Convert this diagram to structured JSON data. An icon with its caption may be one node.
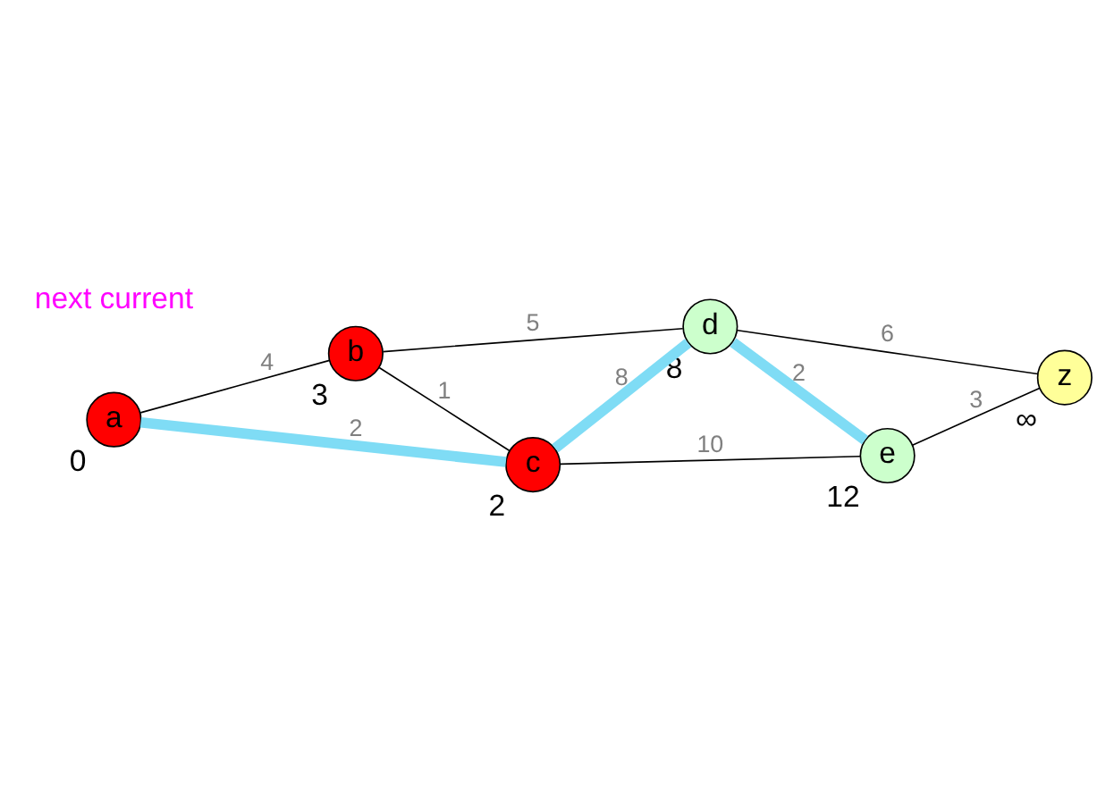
{
  "diagram": {
    "nodes": [
      {
        "text": [
          "a"
        ],
        "beside": [
          "0"
        ]
      },
      {
        "text": [
          "b"
        ],
        "beside": [
          "3"
        ]
      },
      {
        "text": [
          "c"
        ],
        "beside": [
          "2"
        ]
      },
      {
        "text": [
          "d"
        ],
        "beside": [
          "8"
        ]
      },
      {
        "text": [
          "e"
        ],
        "beside": [
          "12"
        ]
      },
      {
        "text": [
          "z"
        ],
        "beside": [
          "∞"
        ]
      }
    ],
    "edges": [
      {
        "from": 0,
        "to": 1,
        "arrow": "none",
        "label": "4"
      },
      {
        "from": 0,
        "to": 2,
        "arrow": "none",
        "label": "2",
        "style": "thick",
        "color": "#7fdcf5"
      },
      {
        "from": 1,
        "to": 2,
        "arrow": "none",
        "label": "1"
      },
      {
        "from": 1,
        "to": 3,
        "arrow": "none",
        "label": "5"
      },
      {
        "from": 2,
        "to": 3,
        "arrow": "none",
        "label": "8",
        "style": "thick",
        "color": "#7fdcf5"
      },
      {
        "from": 2,
        "to": 4,
        "arrow": "none",
        "label": "10"
      },
      {
        "from": 3,
        "to": 4,
        "arrow": "none",
        "label": "2",
        "style": "thick",
        "color": "#7fdcf5"
      },
      {
        "from": 3,
        "to": 5,
        "arrow": "none",
        "label": "6"
      },
      {
        "from": 4,
        "to": 5,
        "arrow": "none",
        "label": "3"
      }
    ],
    "labels": [
      "next current"
    ]
  }
}
